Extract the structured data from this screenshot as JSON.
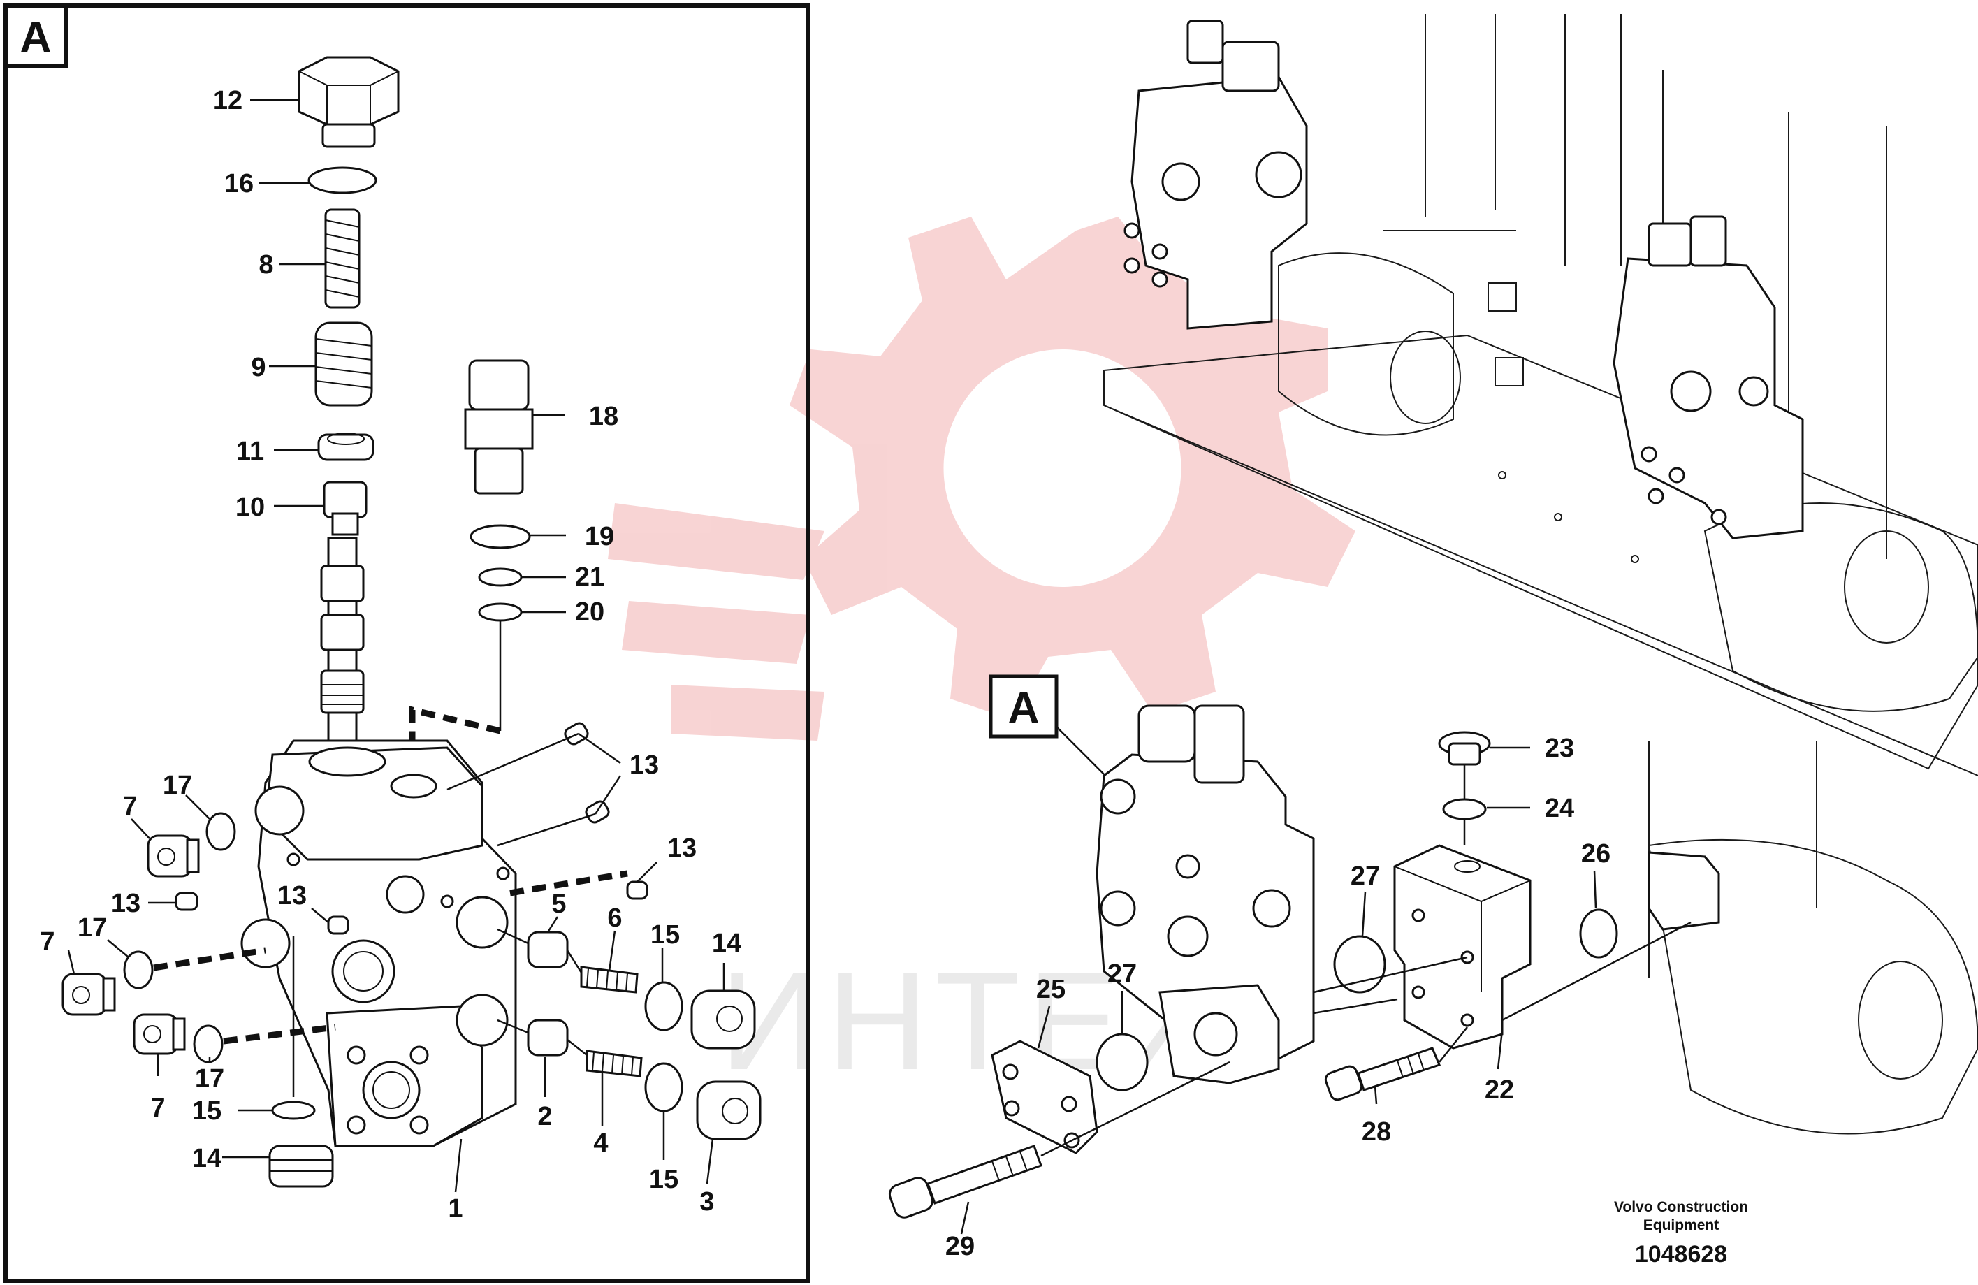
{
  "panel": {
    "label": "A"
  },
  "callout": {
    "label": "A"
  },
  "labels": [
    {
      "key": "p12",
      "text": "12"
    },
    {
      "key": "p16",
      "text": "16"
    },
    {
      "key": "p8",
      "text": "8"
    },
    {
      "key": "p9",
      "text": "9"
    },
    {
      "key": "p11",
      "text": "11"
    },
    {
      "key": "p10",
      "text": "10"
    },
    {
      "key": "p18",
      "text": "18"
    },
    {
      "key": "p19",
      "text": "19"
    },
    {
      "key": "p21",
      "text": "21"
    },
    {
      "key": "p20",
      "text": "20"
    },
    {
      "key": "p13a",
      "text": "13"
    },
    {
      "key": "p13b",
      "text": "13"
    },
    {
      "key": "p13c",
      "text": "13"
    },
    {
      "key": "p13d",
      "text": "13"
    },
    {
      "key": "p17a",
      "text": "17"
    },
    {
      "key": "p7a",
      "text": "7"
    },
    {
      "key": "p17b",
      "text": "17"
    },
    {
      "key": "p7b",
      "text": "7"
    },
    {
      "key": "p17c",
      "text": "17"
    },
    {
      "key": "p7c",
      "text": "7"
    },
    {
      "key": "p5",
      "text": "5"
    },
    {
      "key": "p6",
      "text": "6"
    },
    {
      "key": "p15a",
      "text": "15"
    },
    {
      "key": "p14a",
      "text": "14"
    },
    {
      "key": "p2",
      "text": "2"
    },
    {
      "key": "p4",
      "text": "4"
    },
    {
      "key": "p15b",
      "text": "15"
    },
    {
      "key": "p3",
      "text": "3"
    },
    {
      "key": "p15c",
      "text": "15"
    },
    {
      "key": "p14b",
      "text": "14"
    },
    {
      "key": "p1",
      "text": "1"
    },
    {
      "key": "p23",
      "text": "23"
    },
    {
      "key": "p24",
      "text": "24"
    },
    {
      "key": "p27a",
      "text": "27"
    },
    {
      "key": "p26",
      "text": "26"
    },
    {
      "key": "p27b",
      "text": "27"
    },
    {
      "key": "p25",
      "text": "25"
    },
    {
      "key": "p22",
      "text": "22"
    },
    {
      "key": "p28",
      "text": "28"
    },
    {
      "key": "p29",
      "text": "29"
    }
  ],
  "caption": {
    "line1": "Volvo Construction",
    "line2": "Equipment"
  },
  "drawing_number": "1048628",
  "watermark": {
    "text": "ИНТЕХ",
    "color": "#f2b8b8"
  },
  "colors": {
    "line": "#111111",
    "background": "#ffffff"
  }
}
